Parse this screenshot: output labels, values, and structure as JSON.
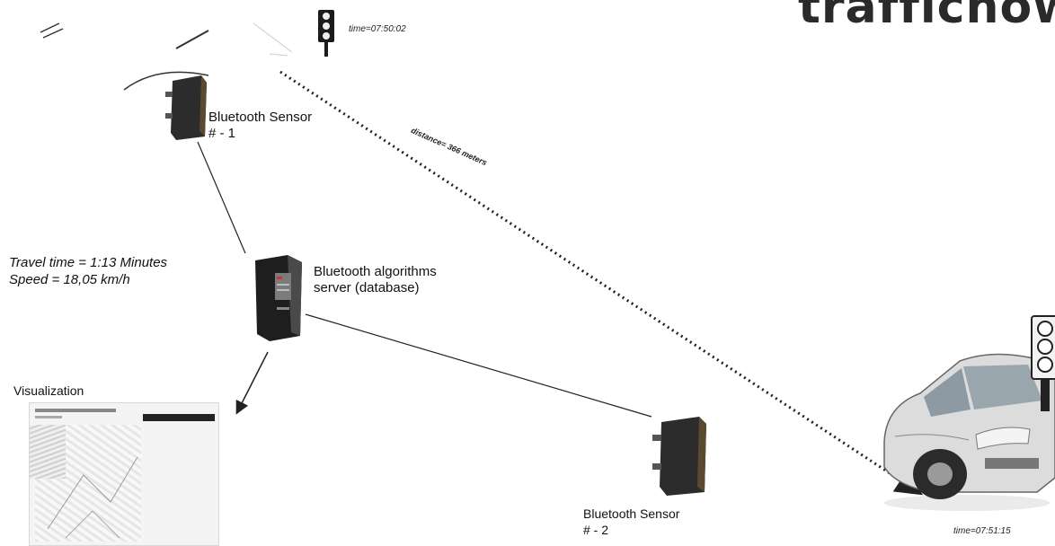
{
  "logo_text": "trafficnow",
  "top_light": {
    "time_label": "time=07:50:02"
  },
  "distance_label": "distance= 366 meters",
  "sensor1": {
    "label_line1": "Bluetooth Sensor",
    "label_line2": "# - 1"
  },
  "server": {
    "label_line1": "Bluetooth algorithms",
    "label_line2": "server  (database)"
  },
  "travel": {
    "time_text": "Travel time = 1:13 Minutes",
    "speed_text": "Speed =  18,05 km/h"
  },
  "visualization": {
    "title": "Visualization"
  },
  "sensor2": {
    "label_line1": "Bluetooth Sensor",
    "label_line2": "# - 2"
  },
  "car": {
    "time_label": "time=07:51:15"
  }
}
